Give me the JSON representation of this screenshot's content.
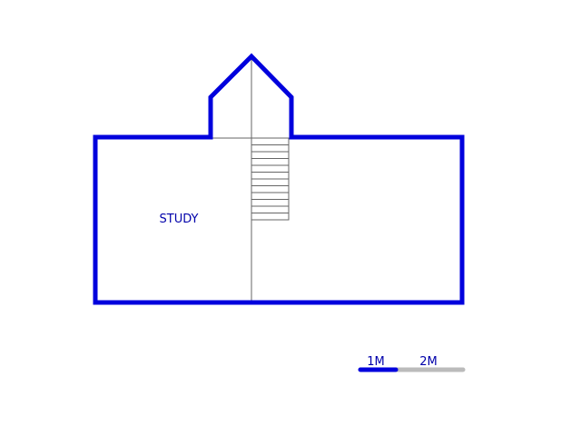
{
  "rooms": [
    {
      "label": "STUDY"
    }
  ],
  "scale_bar": {
    "label_1": "1M",
    "label_2": "2M"
  },
  "colors": {
    "wall": "#0000dd",
    "line": "#666666",
    "scale_active": "#0000dd",
    "scale_inactive": "#bbbbbb",
    "text": "#0000aa"
  }
}
